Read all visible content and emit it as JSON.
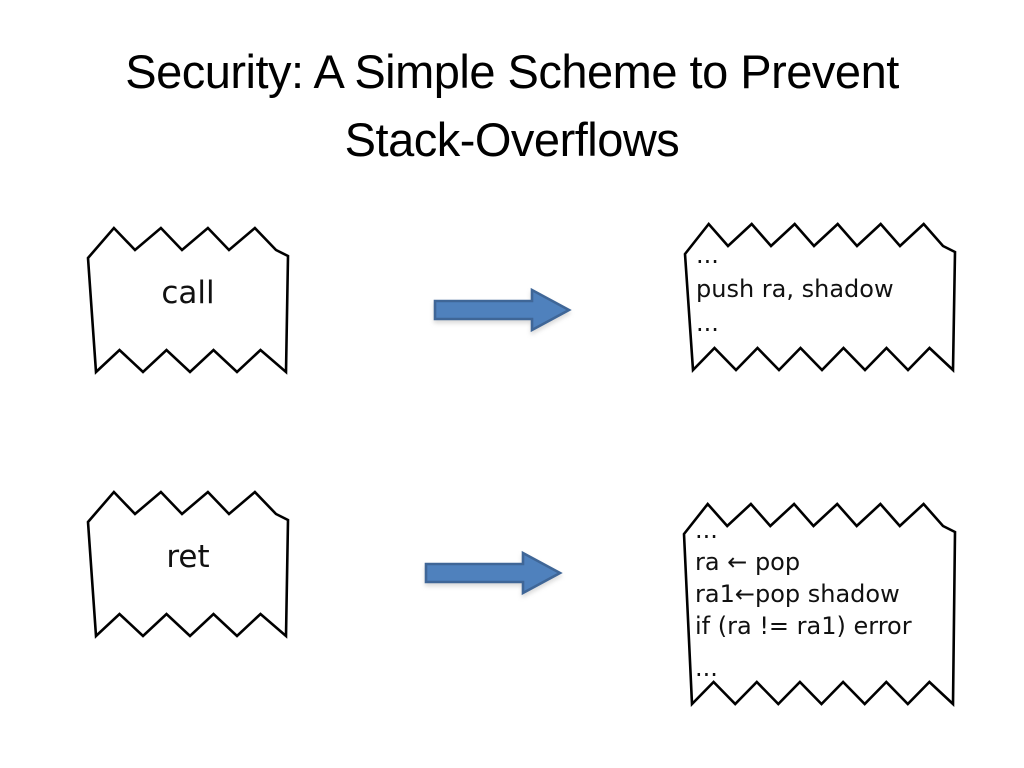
{
  "slide": {
    "title": {
      "line1": "Security: A Simple Scheme to Prevent",
      "line2": "Stack-Overflows"
    }
  },
  "diagram": {
    "call_box": {
      "label": "call"
    },
    "call_expansion": {
      "lines": [
        "...",
        "push ra, shadow",
        "..."
      ]
    },
    "ret_box": {
      "label": "ret"
    },
    "ret_expansion": {
      "lines": [
        "...",
        "ra ← pop",
        "ra1←pop shadow",
        "if (ra != ra1) error",
        "..."
      ]
    },
    "arrow": {
      "fill": "#4f81bd",
      "stroke": "#3f6697"
    }
  }
}
